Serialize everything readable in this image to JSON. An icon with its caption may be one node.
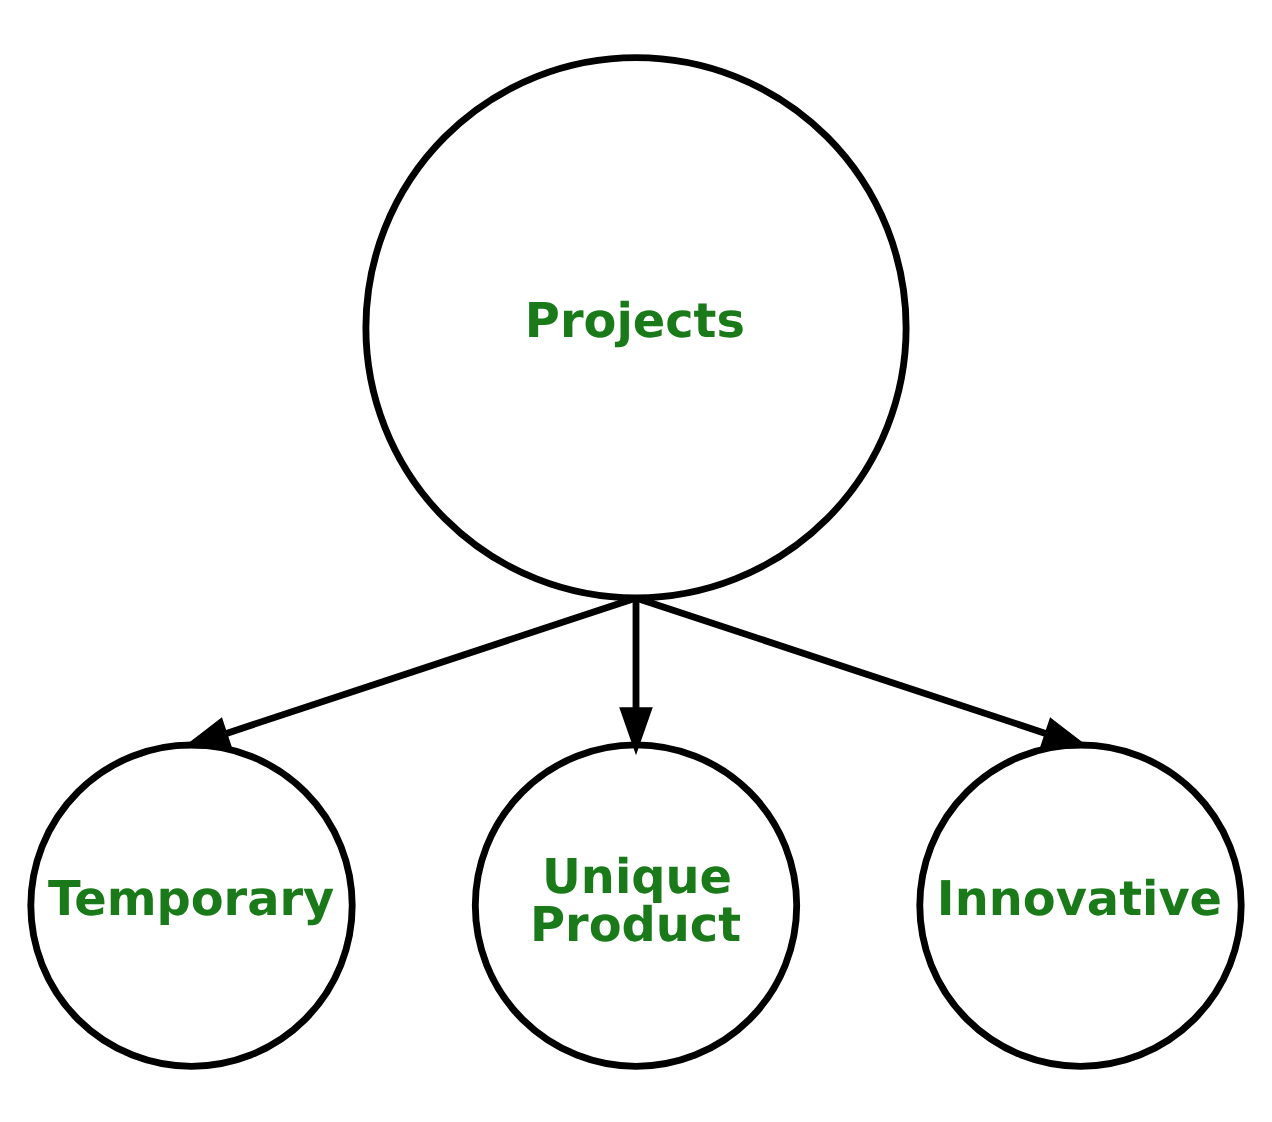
{
  "diagram": {
    "nodes": [
      {
        "text": [
          "Projects"
        ]
      },
      {
        "text": [
          "Temporary"
        ]
      },
      {
        "text": [
          "Unique Product"
        ]
      },
      {
        "text": [
          "Innovative"
        ]
      }
    ],
    "edges": [
      {
        "from": 0,
        "to": 1,
        "arrow": "to"
      },
      {
        "from": 0,
        "to": 2,
        "arrow": "to"
      },
      {
        "from": 0,
        "to": 3,
        "arrow": "to"
      }
    ]
  }
}
